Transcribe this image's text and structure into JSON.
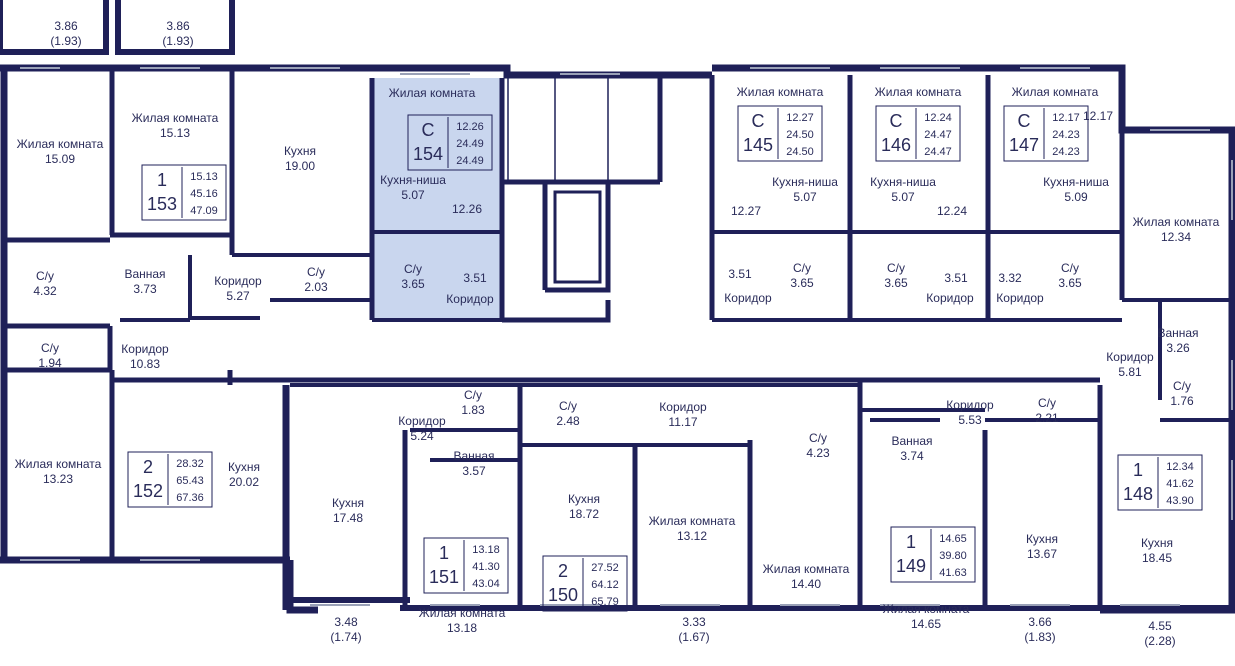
{
  "colors": {
    "wall": "#1f2058",
    "text": "#2a2c5a",
    "highlight": "#c9d6ee",
    "window": "#9aa1b7"
  },
  "balconies": {
    "top_left": "3.86\n(1.93)",
    "top_second": "3.86\n(1.93)",
    "b151": "3.48\n(1.74)",
    "b150": "3.33\n(1.67)",
    "b149": "3.66\n(1.83)",
    "b148": "4.55\n(2.28)"
  },
  "rooms": {
    "r_liv_left": "Жилая комната\n15.09",
    "r_su_432": "С/у\n4.32",
    "r_su_194": "С/у\n1.94",
    "r_cor_1083": "Коридор\n10.83",
    "r_liv_153": "Жилая комната\n15.13",
    "r_bath_373": "Ванная\n3.73",
    "r_cor_527": "Коридор\n5.27",
    "r_su_203": "С/у\n2.03",
    "r_kit_1900": "Кухня\n19.00",
    "r_liv_154": "Жилая комната",
    "r_kn_154": "Кухня-ниша\n5.07",
    "r_1226_154": "12.26",
    "r_su_154": "С/у\n3.65",
    "r_351_154": "3.51",
    "r_cor_154": "Коридор",
    "r_liv_145": "Жилая комната",
    "r_kn_145": "Кухня-ниша\n5.07",
    "r_1227": "12.27",
    "r_351_145": "3.51",
    "r_cor_145": "Коридор",
    "r_su_145": "С/у\n3.65",
    "r_liv_146": "Жилая комната",
    "r_kn_146": "Кухня-ниша\n5.07",
    "r_1224": "12.24",
    "r_su_146": "С/у\n3.65",
    "r_351_146": "3.51",
    "r_cor_146": "Коридор",
    "r_liv_147": "Жилая комната",
    "r_1217": "12.17",
    "r_kn_147": "Кухня-ниша\n5.09",
    "r_332": "3.32",
    "r_cor_147": "Коридор",
    "r_su_147": "С/у\n3.65",
    "r_liv_1234": "Жилая комната\n12.34",
    "r_bath_326": "Ванная\n3.26",
    "r_cor_581": "Коридор\n5.81",
    "r_su_176": "С/у\n1.76",
    "r_liv_1323": "Жилая комната\n13.23",
    "r_kit_2002": "Кухня\n20.02",
    "r_kit_1748": "Кухня\n17.48",
    "r_cor_524": "Коридор\n5.24",
    "r_su_183": "С/у\n1.83",
    "r_bath_357": "Ванная\n3.57",
    "r_liv_1318": "Жилая комната\n13.18",
    "r_su_248": "С/у\n2.48",
    "r_kit_1872": "Кухня\n18.72",
    "r_cor_1117": "Коридор\n11.17",
    "r_liv_1312": "Жилая комната\n13.12",
    "r_su_423": "С/у\n4.23",
    "r_liv_1440": "Жилая комната\n14.40",
    "r_bath_374": "Ванная\n3.74",
    "r_liv_1465": "Жилая комната\n14.65",
    "r_cor_553": "Коридор\n5.53",
    "r_su_221": "С/у\n2.21",
    "r_kit_1367": "Кухня\n13.67",
    "r_kit_1845": "Кухня\n18.45"
  },
  "apartments": [
    {
      "id": "a153",
      "rooms": "1",
      "number": "153",
      "living": "15.13",
      "total": "45.16",
      "area_coef": "47.09"
    },
    {
      "id": "a154",
      "rooms": "С",
      "number": "154",
      "living": "12.26",
      "total": "24.49",
      "area_coef": "24.49"
    },
    {
      "id": "a145",
      "rooms": "С",
      "number": "145",
      "living": "12.27",
      "total": "24.50",
      "area_coef": "24.50"
    },
    {
      "id": "a146",
      "rooms": "С",
      "number": "146",
      "living": "12.24",
      "total": "24.47",
      "area_coef": "24.47"
    },
    {
      "id": "a147",
      "rooms": "С",
      "number": "147",
      "living": "12.17",
      "total": "24.23",
      "area_coef": "24.23"
    },
    {
      "id": "a152",
      "rooms": "2",
      "number": "152",
      "living": "28.32",
      "total": "65.43",
      "area_coef": "67.36"
    },
    {
      "id": "a151",
      "rooms": "1",
      "number": "151",
      "living": "13.18",
      "total": "41.30",
      "area_coef": "43.04"
    },
    {
      "id": "a150",
      "rooms": "2",
      "number": "150",
      "living": "27.52",
      "total": "64.12",
      "area_coef": "65.79"
    },
    {
      "id": "a149",
      "rooms": "1",
      "number": "149",
      "living": "14.65",
      "total": "39.80",
      "area_coef": "41.63"
    },
    {
      "id": "a148",
      "rooms": "1",
      "number": "148",
      "living": "12.34",
      "total": "41.62",
      "area_coef": "43.90"
    }
  ]
}
